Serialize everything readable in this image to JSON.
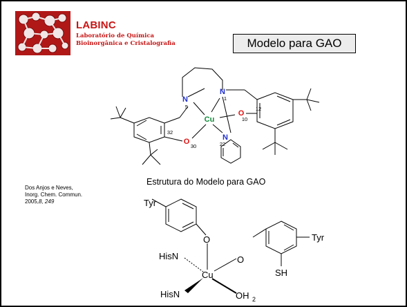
{
  "logo": {
    "title": "LABINC",
    "subtitle_line1": "Laboratório de Química",
    "subtitle_line2": "Bioinorgânica e Cristalografia",
    "color": "#c81414"
  },
  "slide_title": "Modelo para GAO",
  "model_structure": {
    "atoms": {
      "n5": "N",
      "n1": "N",
      "cu": "Cu",
      "o10": "O",
      "o30": "O",
      "n22": "N"
    },
    "numbers": {
      "n5": "5",
      "n1": "1",
      "o10": "10",
      "c12": "12",
      "c32": "32",
      "o30": "30",
      "n22": "22"
    },
    "colors": {
      "nitrogen": "#1f2fd0",
      "oxygen": "#e01010",
      "copper": "#118a3a"
    }
  },
  "structure_caption": "Estrutura do Modelo para GAO",
  "reference": {
    "line1": "Dos Anjos e Neves,",
    "line2": "Inorg. Chem. Commun.",
    "year": "2005,",
    "volume_pages": "8, 249"
  },
  "active_site": {
    "tyr_left": "Tyr",
    "tyr_right": "Tyr",
    "o_top": "O",
    "o_right": "O",
    "hisn_top": "HisN",
    "hisn_bottom": "HisN",
    "cu": "Cu",
    "sh": "SH",
    "oh": "OH",
    "oh_sub": "2"
  }
}
